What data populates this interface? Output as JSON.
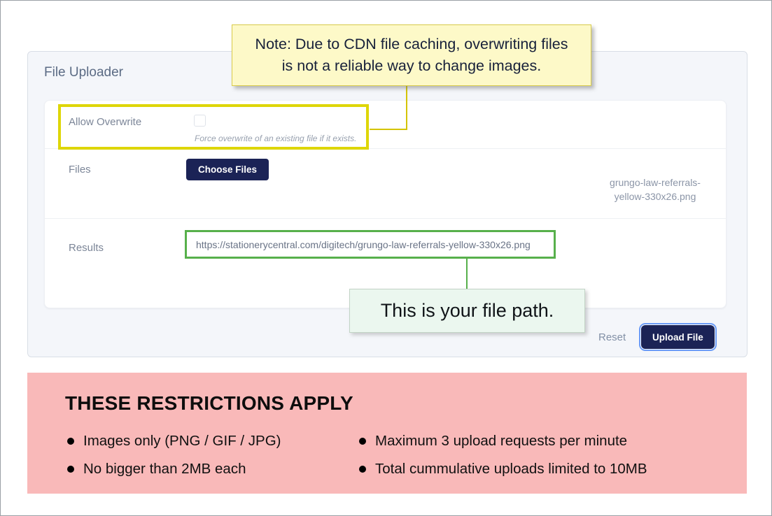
{
  "annotations": {
    "note": "Note: Due to CDN file caching, overwriting files is not a reliable way to change images.",
    "file_path_note": "This is your file path."
  },
  "uploader": {
    "title": "File Uploader",
    "overwrite_label": "Allow Overwrite",
    "overwrite_help": "Force overwrite of an existing file if it exists.",
    "files_label": "Files",
    "choose_files_button": "Choose Files",
    "uploaded_filename_line1": "grungo-law-referrals-",
    "uploaded_filename_line2": "yellow-330x26.png",
    "results_label": "Results",
    "result_url": "https://stationerycentral.com/digitech/grungo-law-referrals-yellow-330x26.png",
    "reset_label": "Reset",
    "upload_button": "Upload File"
  },
  "restrictions": {
    "title": "THESE RESTRICTIONS APPLY",
    "left": [
      "Images only (PNG / GIF / JPG)",
      "No bigger than 2MB each"
    ],
    "right": [
      "Maximum 3 upload requests per minute",
      "Total cummulative uploads limited to 10MB"
    ]
  },
  "colors": {
    "highlight_yellow": "#ded607",
    "note_bg": "#fdf9c8",
    "annotation_green": "#57b04b",
    "green_note_bg": "#ebf7ef",
    "primary_navy": "#1b2356",
    "restrictions_bg": "#f9b9b9"
  }
}
